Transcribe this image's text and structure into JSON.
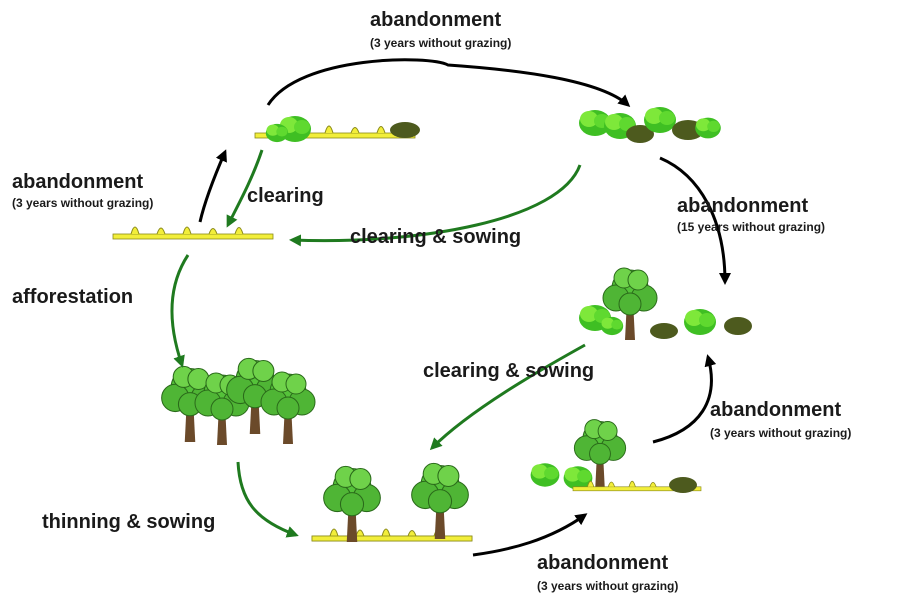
{
  "labels": {
    "top_abandon": "abandonment",
    "top_abandon_sub": "(3 years without grazing)",
    "left_abandon": "abandonment",
    "left_abandon_sub": "(3 years without grazing)",
    "clearing": "clearing",
    "clearing_sowing_top": "clearing & sowing",
    "right_abandon": "abandonment",
    "right_abandon_sub": "(15 years without grazing)",
    "afforestation": "afforestation",
    "clearing_sowing_mid": "clearing & sowing",
    "right_low_abandon": "abandonment",
    "right_low_abandon_sub": "(3 years without grazing)",
    "thinning_sowing": "thinning & sowing",
    "bottom_abandon": "abandonment",
    "bottom_abandon_sub": "(3 years without grazing)"
  },
  "colors": {
    "black_arrow": "#000000",
    "green_arrow": "#1f7a1f",
    "grass": "#f2ee3a",
    "shrub_light": "#7ee83a",
    "shrub_mid": "#3fbf23",
    "shrub_dark": "#4d5a1e",
    "tree_crown": "#55c23a",
    "trunk": "#6b4a2a"
  }
}
